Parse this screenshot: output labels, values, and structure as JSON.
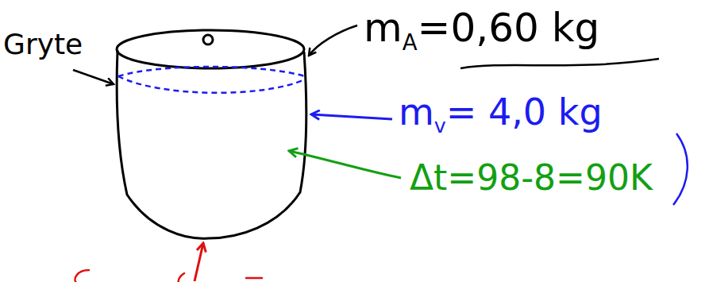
{
  "diagram": {
    "labels": [
      "Gryte",
      "m",
      "A",
      "=0,60 kg",
      "m",
      "v",
      "= 4,0 kg",
      "Δt=98-8=90K"
    ]
  }
}
